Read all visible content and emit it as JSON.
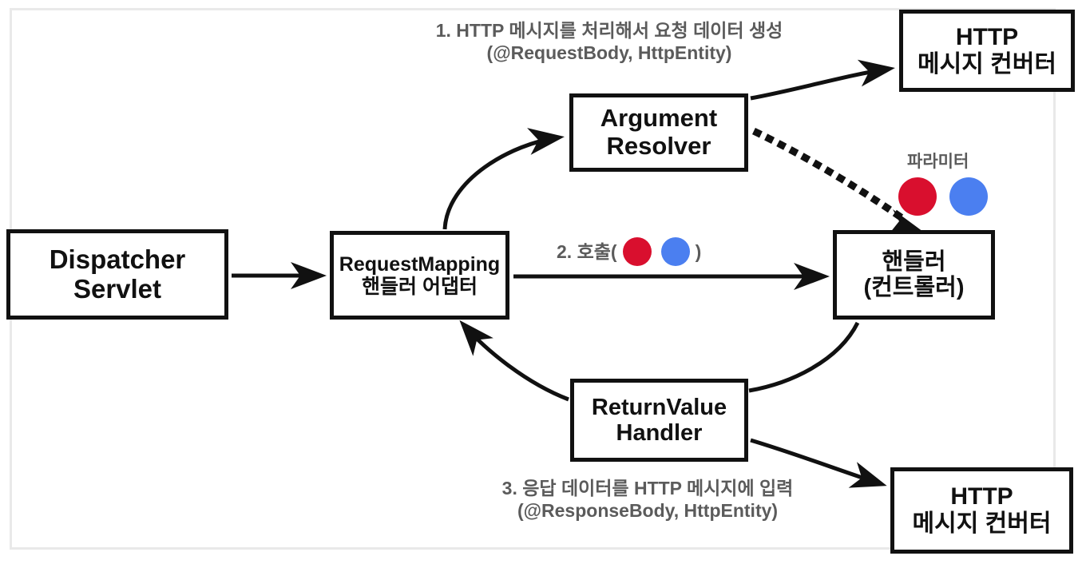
{
  "diagram": {
    "title": "Spring MVC Handler Adapter Flow",
    "background": "#ffffff",
    "frame_border_color": "#e9e9e9",
    "node_border_color": "#111111",
    "annotation_color": "#5b5b5b",
    "accent_red": "#d90f2e",
    "accent_blue": "#4b7ff0"
  },
  "nodes": {
    "dispatcher": {
      "line1": "Dispatcher",
      "line2": "Servlet"
    },
    "request_mapping": {
      "line1": "RequestMapping",
      "line2": "핸들러 어댑터"
    },
    "argument_resolver": {
      "line1": "Argument",
      "line2": "Resolver"
    },
    "handler": {
      "line1": "핸들러",
      "line2": "(컨트롤러)"
    },
    "return_value_handler": {
      "line1": "ReturnValue",
      "line2": "Handler"
    },
    "http_converter_top": {
      "line1": "HTTP",
      "line2": "메시지 컨버터"
    },
    "http_converter_bottom": {
      "line1": "HTTP",
      "line2": "메시지 컨버터"
    }
  },
  "annotations": {
    "step1": {
      "line1": "1. HTTP 메시지를 처리해서 요청 데이터 생성",
      "line2": "(@RequestBody, HttpEntity)"
    },
    "step2": {
      "prefix": "2. 호출(",
      "suffix": ")"
    },
    "step3": {
      "line1": "3. 응답 데이터를 HTTP 메시지에 입력",
      "line2": "(@ResponseBody, HttpEntity)"
    },
    "parameter_label": "파라미터"
  },
  "edges": [
    {
      "name": "dispatcher-to-request-mapping",
      "style": "solid",
      "arrow": "end"
    },
    {
      "name": "request-mapping-to-argument-resolver",
      "style": "solid-curve",
      "arrow": "end"
    },
    {
      "name": "argument-resolver-to-http-converter-top",
      "style": "solid-curve",
      "arrow": "end"
    },
    {
      "name": "argument-resolver-to-handler",
      "style": "dotted-curve",
      "arrow": "end"
    },
    {
      "name": "request-mapping-to-handler",
      "style": "solid",
      "arrow": "end"
    },
    {
      "name": "handler-to-return-value-handler",
      "style": "solid-curve",
      "arrow": "none"
    },
    {
      "name": "return-value-handler-to-request-mapping",
      "style": "solid-curve",
      "arrow": "end"
    },
    {
      "name": "return-value-handler-to-http-converter-bottom",
      "style": "solid-curve",
      "arrow": "end"
    }
  ]
}
